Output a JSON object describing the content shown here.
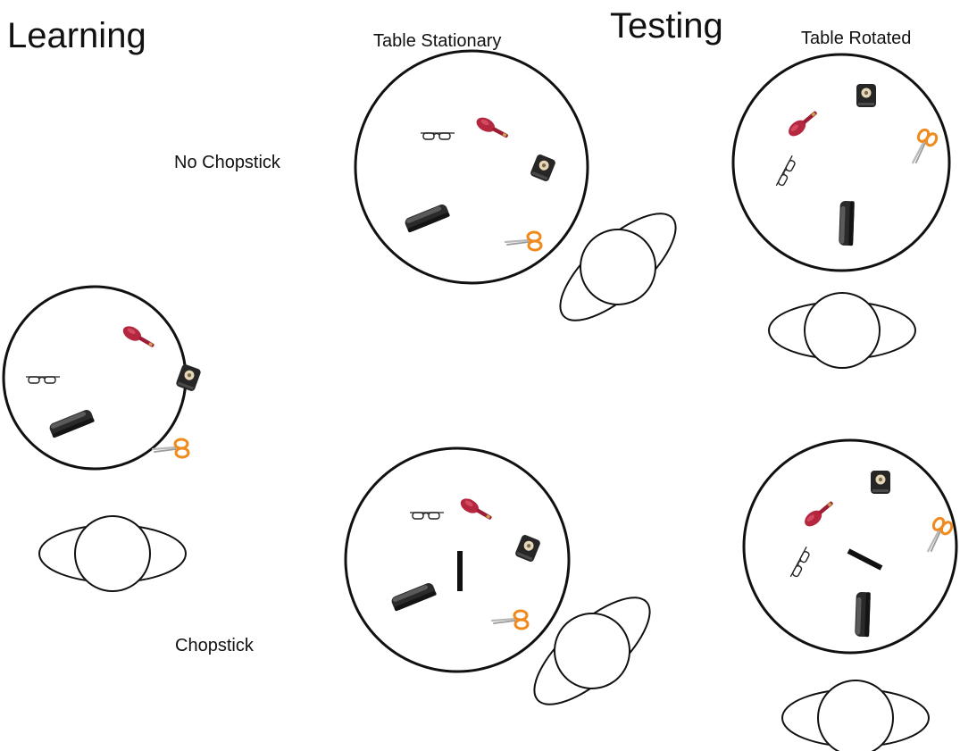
{
  "headings": {
    "learning": "Learning",
    "testing": "Testing",
    "table_stationary": "Table Stationary",
    "table_rotated": "Table Rotated"
  },
  "rows": {
    "no_chopstick": "No Chopstick",
    "chopstick": "Chopstick"
  },
  "colors": {
    "outline": "#111111",
    "brush": "#b5263f",
    "scissors": "#f08a1c",
    "stapler": "#2a2a2a",
    "tape": "#262626"
  }
}
